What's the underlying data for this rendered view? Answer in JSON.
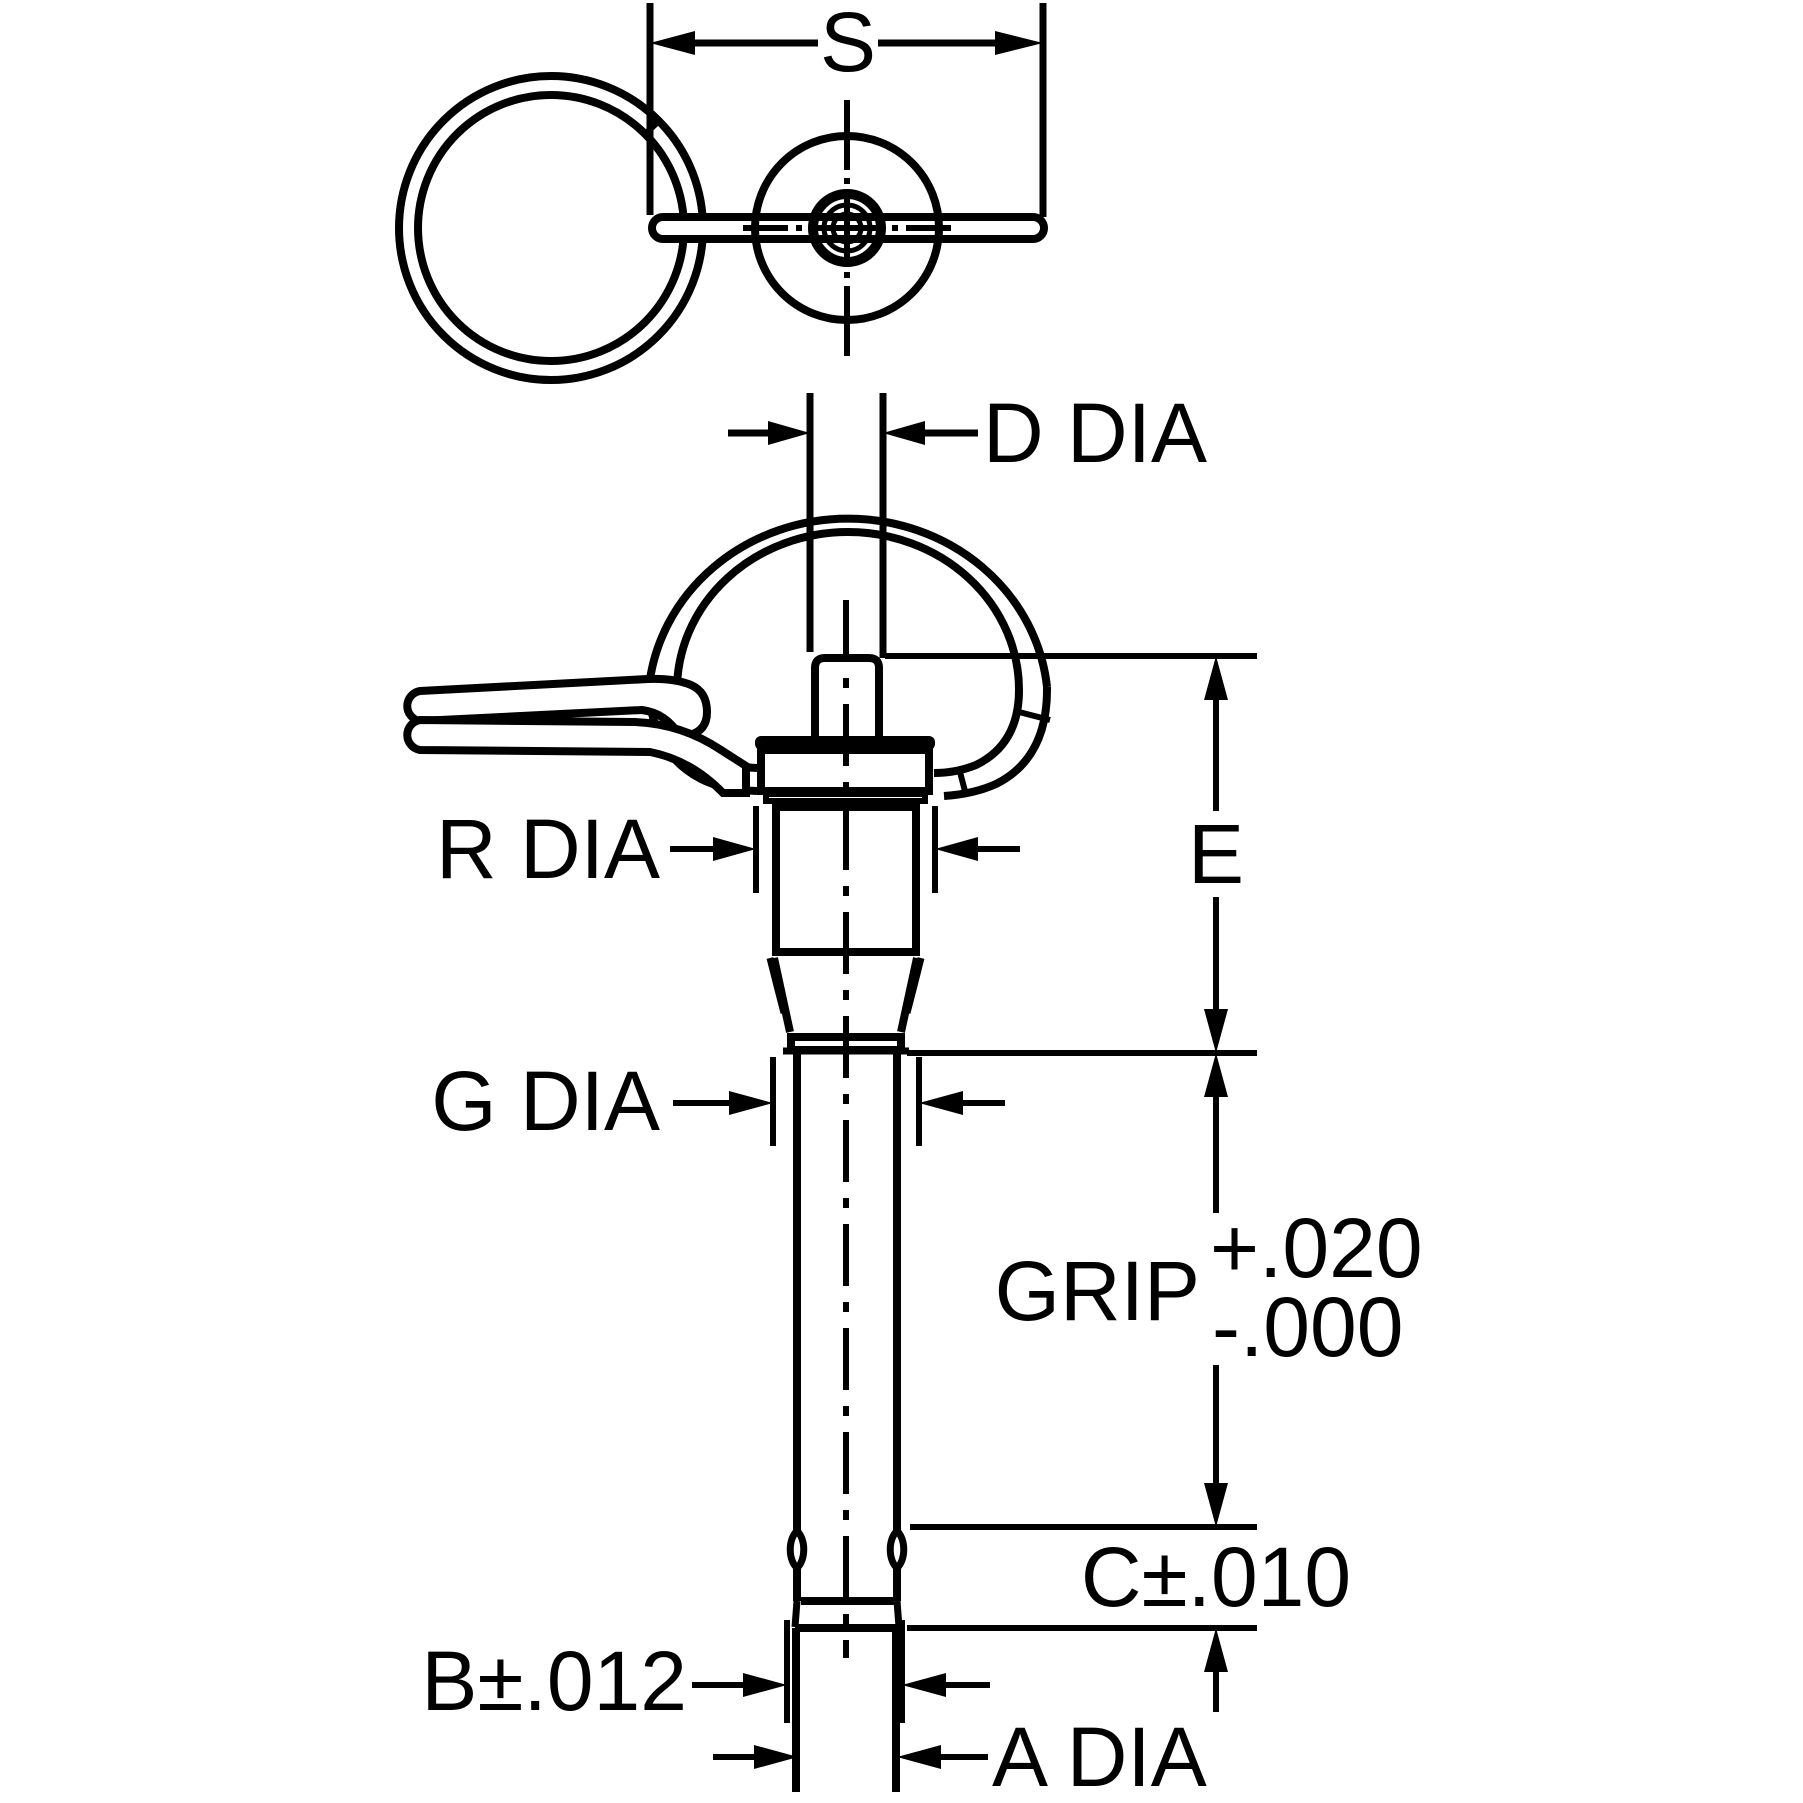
{
  "drawing": {
    "type": "engineering-dimension-diagram",
    "subject": "ball lock quick-release pin with ring handle, top view and front view",
    "colors": {
      "line": "#000000",
      "background": "#ffffff"
    },
    "labels": {
      "s": "S",
      "d_dia": "D DIA",
      "r_dia": "R DIA",
      "e": "E",
      "g_dia": "G DIA",
      "grip": "GRIP",
      "grip_tol_upper": "+.020",
      "grip_tol_lower": "-.000",
      "c": "C±.010",
      "b": "B±.012",
      "a_dia": "A DIA"
    }
  }
}
